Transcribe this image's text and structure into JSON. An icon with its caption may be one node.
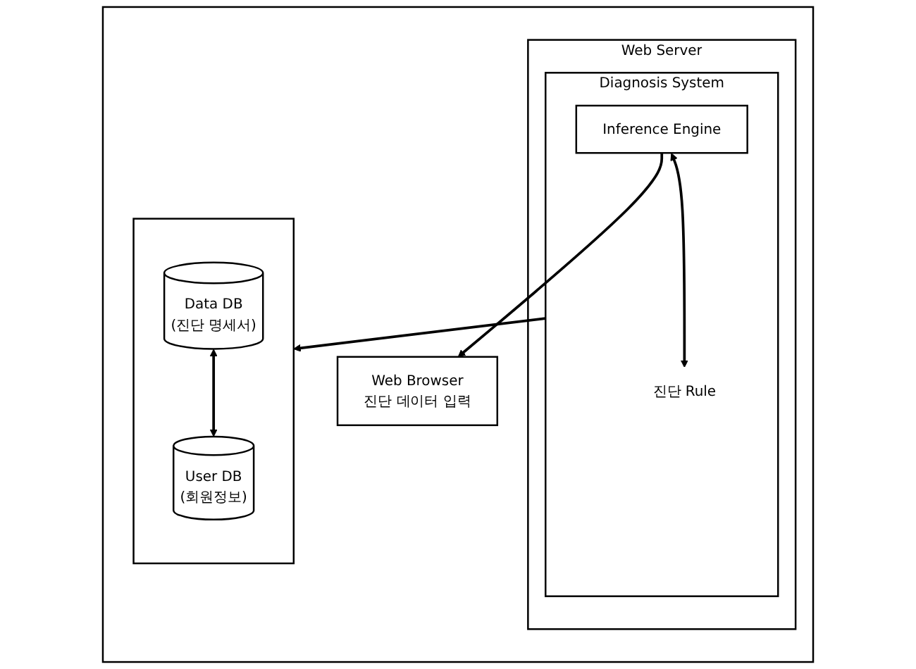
{
  "diagram": {
    "nodes": [
      {
        "text": [],
        "shape": "box"
      },
      {
        "text": [
          "Web Browser",
          "진단 데이터 입력"
        ],
        "in": 0
      },
      {
        "text": [
          "Web Server"
        ],
        "in": 0
      },
      {
        "text": [
          "Diagnosis System"
        ],
        "in": 2
      },
      {
        "text": [
          "Inference Engine"
        ],
        "in": 3
      },
      {
        "text": [
          "진단 Rule"
        ],
        "in": 3
      },
      {
        "text": [],
        "shape": "box",
        "in": 0
      },
      {
        "text": [
          "Data DB",
          "(진단 명세서)"
        ],
        "in": 6
      },
      {
        "text": [
          "User DB",
          "(회원정보)"
        ],
        "in": 6
      }
    ],
    "edges": [
      {
        "from": 4,
        "to": 1,
        "arrow": "to"
      },
      {
        "from": 4,
        "to": 5,
        "arrow": "both"
      },
      {
        "from": 3,
        "to": 6,
        "arrow": "to"
      },
      {
        "from": 7,
        "to": 8,
        "arrow": "both"
      }
    ]
  }
}
